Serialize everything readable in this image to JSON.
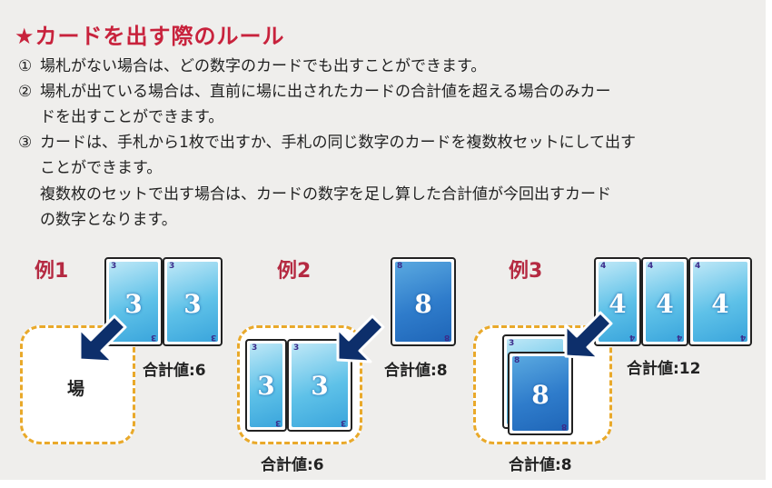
{
  "title": "★カードを出す際のルール",
  "rules": [
    {
      "num": "①",
      "lines": [
        "場札がない場合は、どの数字のカードでも出すことができます。"
      ]
    },
    {
      "num": "②",
      "lines": [
        "場札が出ている場合は、直前に場に出されたカードの合計値を超える場合のみカー",
        "ドを出すことができます。"
      ]
    },
    {
      "num": "③",
      "lines": [
        "カードは、手札から1枚で出すか、手札の同じ数字のカードを複数枚セットにして出す",
        "ことができます。",
        "複数枚のセットで出す場合は、カードの数字を足し算した合計値が今回出すカード",
        "の数字となります。"
      ]
    }
  ],
  "examples": [
    {
      "label": "例1",
      "field": "場",
      "hand_cards": [
        "3",
        "3"
      ],
      "hand_total": "合計値:6"
    },
    {
      "label": "例2",
      "field_cards": [
        "3",
        "3"
      ],
      "field_total": "合計値:6",
      "hand_cards": [
        "8"
      ],
      "hand_total": "合計値:8"
    },
    {
      "label": "例3",
      "field_cards": [
        "3",
        "8"
      ],
      "field_total": "合計値:8",
      "hand_cards": [
        "4",
        "4",
        "4"
      ],
      "hand_total": "合計値:12"
    }
  ],
  "colors": {
    "title": "#c8223c",
    "example": "#b52a42",
    "zone_border": "#e9a92a",
    "arrow": "#0d2f6b"
  }
}
